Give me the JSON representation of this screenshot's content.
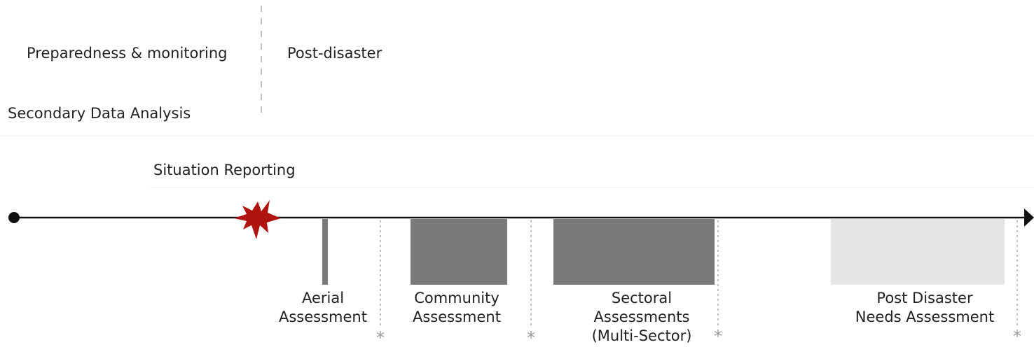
{
  "phases": {
    "left": "Preparedness & monitoring",
    "right": "Post-disaster"
  },
  "bands": {
    "secondary": "Secondary Data Analysis",
    "situation": "Situation Reporting"
  },
  "assessments": {
    "aerial": [
      "Aerial",
      "Assessment"
    ],
    "community": [
      "Community",
      "Assessment"
    ],
    "sectoral": [
      "Sectoral",
      "Assessments",
      "(Multi-Sector)"
    ],
    "pdna": [
      "Post Disaster",
      "Needs Assessment"
    ]
  },
  "marker_glyph": "*",
  "colors": {
    "text": "#222222",
    "timeline": "#111111",
    "dark_bar": "#7a7a7a",
    "light_bar": "#e6e6e6",
    "separator": "#9a9a9a",
    "disaster_burst": "#b0140f",
    "faint_rule": "#ececec"
  },
  "icons": {
    "start": "start-dot-icon",
    "disaster": "disaster-burst-icon",
    "end": "arrowhead-icon"
  }
}
